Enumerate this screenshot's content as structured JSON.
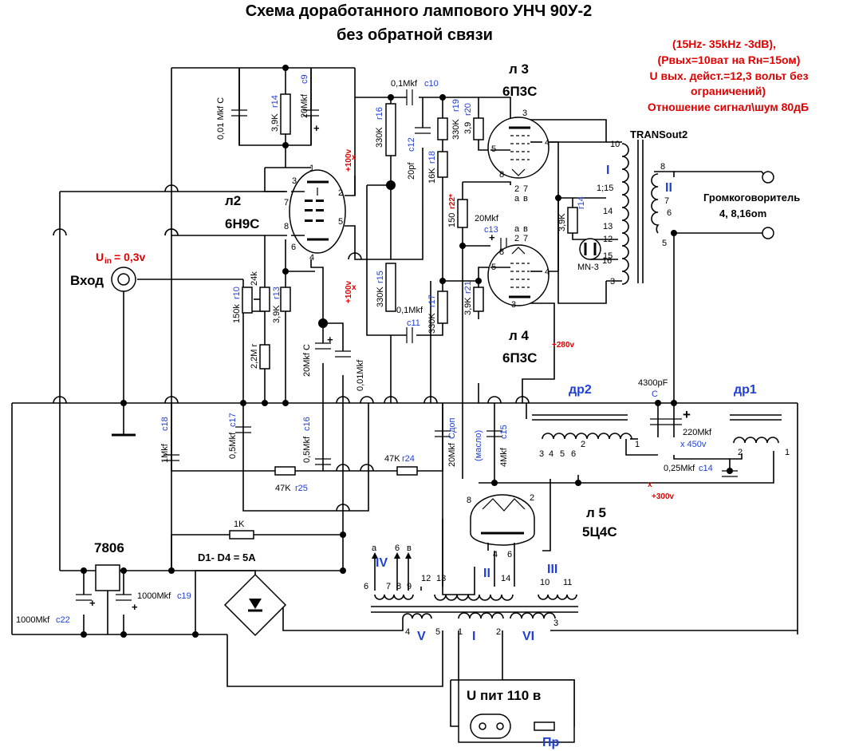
{
  "title": {
    "line1": "Схема доработанного лампового УНЧ 90У-2",
    "line2": "без обратной связи"
  },
  "specs": [
    "(15Hz- 35kHz  -3dB),",
    "(Pвых=10ват на Rн=15ом)",
    "U вых. дейст.=12,3 вольт без",
    "ограничений)",
    "Отношение сигнал\\шум 80дБ"
  ],
  "tubes": {
    "l2": {
      "name": "л2",
      "type": "6Н9С"
    },
    "l3": {
      "name": "л 3",
      "type": "6П3С"
    },
    "l4": {
      "name": "л 4",
      "type": "6П3С"
    },
    "l5": {
      "name": "л 5",
      "type": "5Ц4С"
    }
  },
  "input": {
    "label": "Вход",
    "u_in": "U",
    "u_in_sub": "in",
    "u_in_val": "= 0,3v"
  },
  "transformer_out": {
    "name": "TRANSout2",
    "w1": "I",
    "w2": "II",
    "ratio": "1;15"
  },
  "speaker": {
    "line1": "Громкоговоритель",
    "line2": "4, 8,16om"
  },
  "chokes": {
    "dr1": "др1",
    "dr2": "др2"
  },
  "regulator": {
    "name": "7806",
    "bridge": "D1- D4 = 5A",
    "r": "1K"
  },
  "power": {
    "label": "U пит 110 в",
    "fuse": "Пр"
  },
  "voltages": {
    "v100a": "+100v",
    "v100b": "+100v",
    "v280": "+280v",
    "v300": "+300v",
    "v450": "x 450v"
  },
  "neon": "MN-3",
  "components": {
    "c9": "20Mkf",
    "c9ref": "c9",
    "cC1": "0,01 Mkf C",
    "r14a": "3,9K",
    "r14aref": "r14",
    "c10": "0,1Mkf",
    "c10ref": "c10",
    "r16": "330K",
    "r16ref": "r16",
    "c12": "20pf",
    "c12ref": "c12",
    "r19": "330K",
    "r19ref": "r19",
    "r18": "16K",
    "r18ref": "r18",
    "r20": "3,9",
    "r20ref": "r20",
    "r22": "150",
    "r22ref": "r22*",
    "c13": "20Mkf",
    "c13ref": "c13",
    "r14b": "3,9K",
    "r14bref": "r14",
    "r24k": "24k",
    "r10": "150k",
    "r10ref": "r10",
    "r13": "3,9K",
    "r13ref": "r13",
    "r2": "2,2M r",
    "cC2": "20Mkf C",
    "c001": "0,01Mkf",
    "r15": "330K",
    "r15ref": "r15",
    "c11": "0,1Mkf",
    "c11ref": "c11",
    "r17": "330K",
    "r17ref": "r17",
    "r21": "3,9K",
    "r21ref": "r21",
    "c18": "1Mkf",
    "c18ref": "c18",
    "c17": "0,5Mkf",
    "c17ref": "c17",
    "c16": "0,5Mkf",
    "c16ref": "c16",
    "r25": "47K",
    "r25ref": "r25",
    "r24": "47K",
    "r24ref": "r24",
    "cdop": "20Mkf",
    "cdopref": "Cдоп",
    "c15": "4Mkf",
    "c15ref": "c15",
    "c15oil": "(масло)",
    "c4300": "4300pF",
    "c4300c": "C",
    "c220": "220Mkf",
    "c14": "0,25Mkf",
    "c14ref": "c14",
    "c19": "1000Mkf",
    "c19ref": "c19",
    "c22": "1000Mkf",
    "c22ref": "c22"
  },
  "power_tr": {
    "IV": "IV",
    "II": "II",
    "III": "III",
    "V": "V",
    "I": "I",
    "VI": "VI"
  },
  "pins": {
    "p1": "1",
    "p2": "2",
    "p3": "3",
    "p4": "4",
    "p5": "5",
    "p6": "6",
    "p7": "7",
    "p8": "8",
    "p9": "9",
    "p10": "10",
    "p11": "11",
    "p12": "12",
    "p13": "13",
    "p14": "14",
    "p15": "15",
    "p16": "16",
    "a": "а",
    "v": "в"
  }
}
